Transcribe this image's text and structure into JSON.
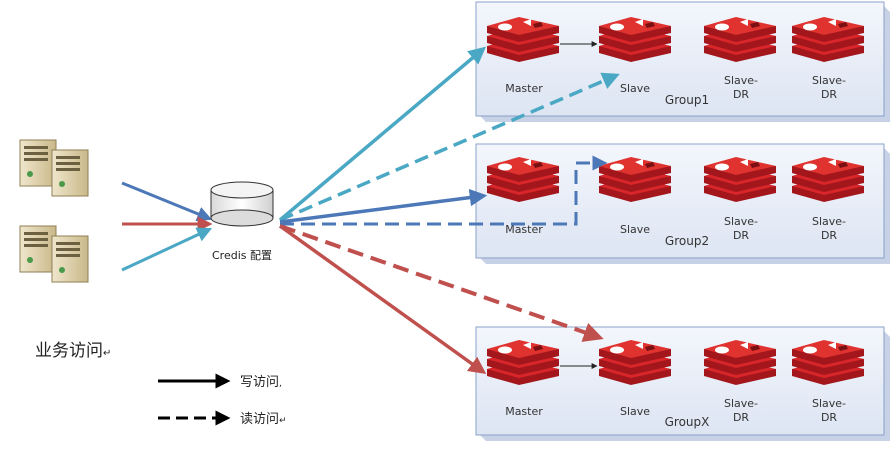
{
  "client": {
    "label": "业务访问",
    "mark": "↵"
  },
  "credis": {
    "label": "Credis 配置"
  },
  "groups": [
    {
      "name": "Group1",
      "master": "Master",
      "slave": "Slave",
      "dr1": [
        "Slave-",
        "DR"
      ],
      "dr2": [
        "Slave-",
        "DR"
      ]
    },
    {
      "name": "Group2",
      "master": "Master",
      "slave": "Slave",
      "dr1": [
        "Slave-",
        "DR"
      ],
      "dr2": [
        "Slave-",
        "DR"
      ]
    },
    {
      "name": "GroupX",
      "master": "Master",
      "slave": "Slave",
      "dr1": [
        "Slave-",
        "DR"
      ],
      "dr2": [
        "Slave-",
        "DR"
      ]
    }
  ],
  "legend": {
    "write": "写访问",
    "write_mark": ",",
    "read": "读访问",
    "read_mark": "↵"
  },
  "colors": {
    "panel_fill": "#e9eef8",
    "panel_border": "#8aa0c8",
    "redis_red": "#d8262b",
    "redis_dark": "#a3171c",
    "teal_arrow": "#4aa8c4",
    "blue_arrow": "#4c78b8",
    "red_arrow": "#c0504d",
    "legend": "#000000"
  }
}
